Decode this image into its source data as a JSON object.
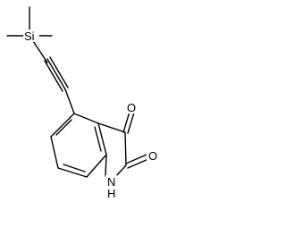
{
  "molecule": {
    "atoms": {
      "si": "Si",
      "o_upper": "O",
      "o_lower": "O",
      "n": "N",
      "h": "H"
    }
  }
}
